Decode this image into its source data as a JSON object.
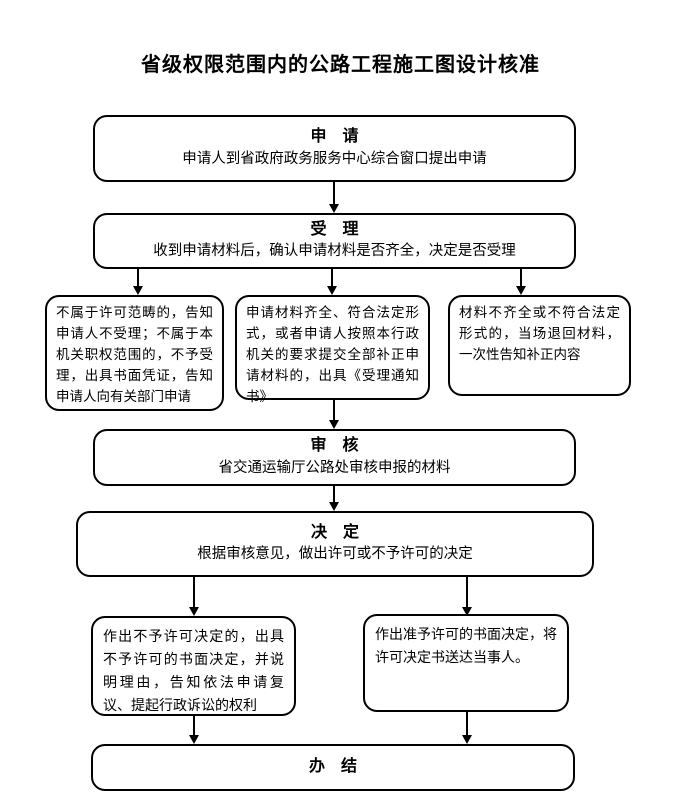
{
  "title": "省级权限范围内的公路工程施工图设计核准",
  "flowchart": {
    "apply": {
      "heading": "申　请",
      "body": "申请人到省政府政务服务中心综合窗口提出申请"
    },
    "accept": {
      "heading": "受　理",
      "body": "收到申请材料后，确认申请材料是否齐全，决定是否受理"
    },
    "branch_not_accepted": {
      "body": "不属于许可范畴的，告知申请人不受理；不属于本机关职权范围的，不予受理，出具书面凭证，告知申请人向有关部门申请"
    },
    "branch_accepted": {
      "body": "申请材料齐全、符合法定形式，或者申请人按照本行政机关的要求提交全部补正申请材料的，出具《受理通知书》"
    },
    "branch_incomplete": {
      "body": "材料不齐全或不符合法定形式的，当场退回材料，一次性告知补正内容"
    },
    "review": {
      "heading": "审　核",
      "body": "省交通运输厅公路处审核申报的材料"
    },
    "decision": {
      "heading": "决　定",
      "body": "根据审核意见，做出许可或不予许可的决定"
    },
    "deny": {
      "body": "作出不予许可决定的，出具不予许可的书面决定，并说明理由，告知依法申请复议、提起行政诉讼的权利"
    },
    "grant": {
      "body": "作出准予许可的书面决定，将许可决定书送达当事人。"
    },
    "complete": {
      "heading": "办　结"
    }
  }
}
